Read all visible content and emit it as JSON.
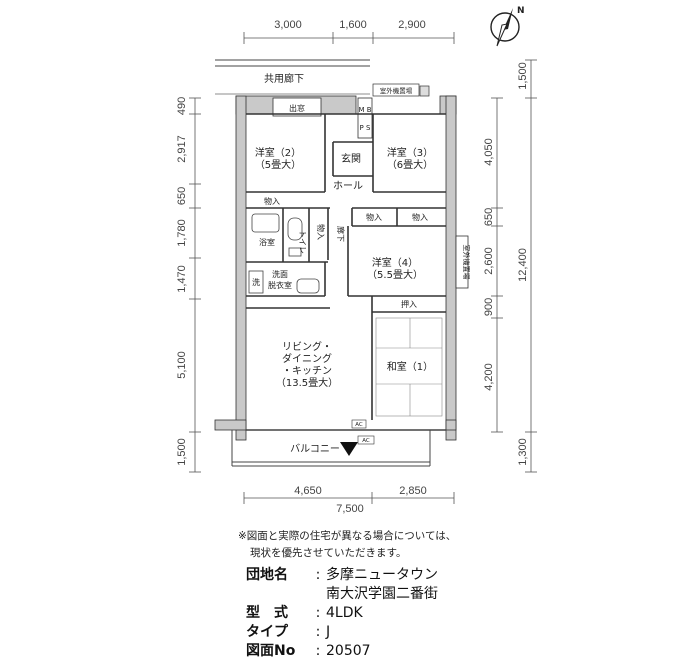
{
  "dimensions": {
    "top": [
      "3,000",
      "1,600",
      "2,900"
    ],
    "bottom_parts": [
      "4,650",
      "2,850"
    ],
    "bottom_total": "7,500",
    "left": [
      "490",
      "2,917",
      "650",
      "1,780",
      "1,470",
      "5,100",
      "1,500"
    ],
    "right_inner": [
      "4,050",
      "650",
      "2,600",
      "900",
      "4,200"
    ],
    "right_outer": [
      "1,500",
      "12,400",
      "1,300"
    ]
  },
  "rooms": {
    "corridor": "共用廊下",
    "bay_window": "出窓",
    "western2": "洋室（2）",
    "western2_size": "（5畳大）",
    "western3": "洋室（3）",
    "western3_size": "（6畳大）",
    "entrance": "玄関",
    "hall": "ホール",
    "storage": "物入",
    "bath": "浴室",
    "toilet": "トイレ",
    "hallway": "廊下",
    "western4": "洋室（4）",
    "western4_size": "（5.5畳大）",
    "washroom": "洗面",
    "dressing": "脱衣室",
    "wash": "洗",
    "closet": "押入",
    "ldk_1": "リビング・",
    "ldk_2": "ダイニング",
    "ldk_3": "・キッチン",
    "ldk_4": "（13.5畳大）",
    "japanese1": "和室（1）",
    "balcony": "バルコニー",
    "ac": "AC",
    "mb": "M B",
    "ps": "P S",
    "outdoor_unit": "室外機置場"
  },
  "compass": {
    "label": "N"
  },
  "note": {
    "line1": "※図面と実際の住宅が異なる場合については、",
    "line2": "現状を優先させていただきます。"
  },
  "info": {
    "complex_label": "団地名",
    "complex_value1": "多摩ニュータウン",
    "complex_value2": "南大沢学園二番街",
    "type_label": "型　式",
    "type_value": "4LDK",
    "subtype_label": "タイプ",
    "subtype_value": "J",
    "drawing_label": "図面No",
    "drawing_value": "20507",
    "separator": ":"
  }
}
